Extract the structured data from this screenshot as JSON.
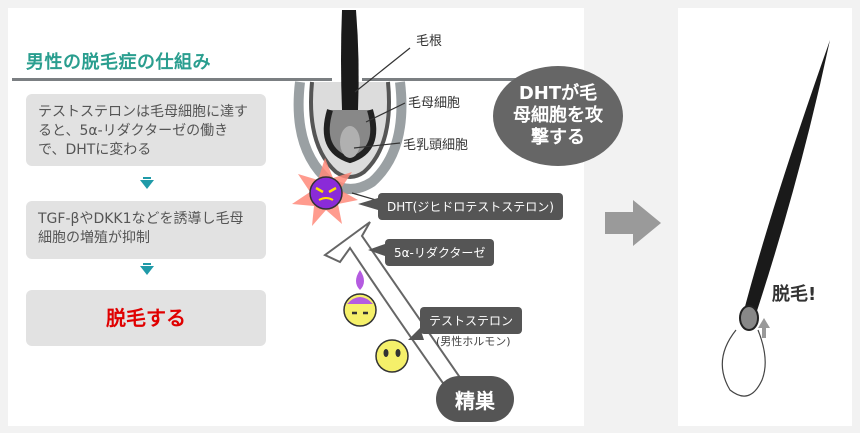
{
  "title": "男性の脱毛症の仕組み",
  "steps": {
    "step1": "テストステロンは毛母細胞に達すると、5α-リダクターゼの働きで、DHTに変わる",
    "step2": "TGF-βやDKK1などを誘導し毛母細胞の増殖が抑制",
    "step3": "脱毛する"
  },
  "hair_labels": {
    "root": "毛根",
    "matrix": "毛母細胞",
    "papilla": "毛乳頭細胞"
  },
  "badge": "DHTが毛母細胞を攻撃する",
  "pills": {
    "dht": "DHT(ジヒドロテストステロン)",
    "reductase": "5α-リダクターゼ",
    "testosterone": "テストステロン"
  },
  "testosterone_sub": "(男性ホルモン)",
  "testis": "精巣",
  "hair_loss": "脱毛!",
  "colors": {
    "title": "#2a9e8f",
    "accent_red": "#e00000",
    "dht_purple": "#8a2bd8",
    "face_yellow": "#f5f06a",
    "arrow_teal": "#1f9aa8"
  }
}
